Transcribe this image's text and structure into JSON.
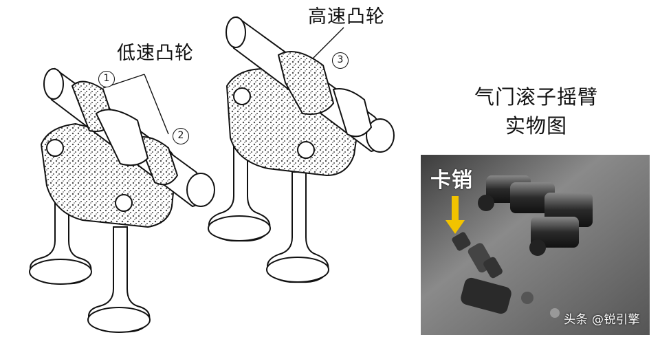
{
  "labels": {
    "low_speed_cam": "低速凸轮",
    "high_speed_cam": "高速凸轮",
    "marker_1": "1",
    "marker_2": "2",
    "marker_3": "3"
  },
  "photo": {
    "caption_line1": "气门滚子摇臂",
    "caption_line2": "实物图",
    "callout": "卡销",
    "watermark": "头条 @锐引擎"
  },
  "colors": {
    "line": "#111111",
    "speckle": "#4a4a4a",
    "arrow": "#f2c300",
    "photo_bg": "#6f6f6f"
  }
}
